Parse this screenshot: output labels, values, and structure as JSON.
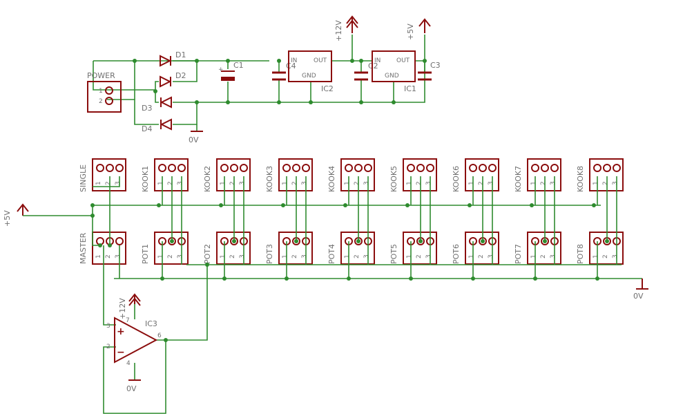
{
  "power": {
    "connector": "POWER",
    "pin1": "1",
    "pin2": "2",
    "diodes": [
      "D1",
      "D2",
      "D3",
      "D4"
    ],
    "c1": "C1",
    "c2": "C2",
    "c3": "C3",
    "c4": "C4",
    "ic2": "IC2",
    "ic1": "IC1",
    "in": "IN",
    "out": "OUT",
    "gnd": "GND",
    "v12": "+12V",
    "v5": "+5V",
    "gnd0": "0V"
  },
  "headers_top": [
    "SINGLE",
    "KOOK1",
    "KOOK2",
    "KOOK3",
    "KOOK4",
    "KOOK5",
    "KOOK6",
    "KOOK7",
    "KOOK8"
  ],
  "headers_bottom": [
    "MASTER",
    "POT1",
    "POT2",
    "POT3",
    "POT4",
    "POT5",
    "POT6",
    "POT7",
    "POT8"
  ],
  "pin_numbers": [
    "1",
    "2",
    "3"
  ],
  "bus": {
    "left_supply": "+5V",
    "gnd": "0V"
  },
  "opamp": {
    "name": "IC3",
    "supply": "+12V",
    "pin_in_plus": "3",
    "pin_in_minus": "2",
    "pin_out": "6",
    "pin_vcc": "7",
    "pin_gnd": "4",
    "plus_sign": "+",
    "minus_sign": "−",
    "gnd": "0V"
  },
  "colors": {
    "wire": "#2e8b2e",
    "symbol": "#8b0d0d",
    "label": "#6f6f6f"
  }
}
